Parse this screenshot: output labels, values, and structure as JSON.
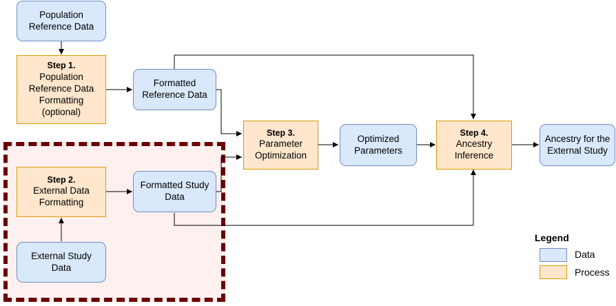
{
  "nodes": {
    "population_reference_data": {
      "lines": [
        "Population",
        "Reference Data"
      ]
    },
    "step1": {
      "title": "Step 1.",
      "lines": [
        "Population",
        "Reference Data",
        "Formatting",
        "(optional)"
      ]
    },
    "formatted_reference_data": {
      "lines": [
        "Formatted",
        "Reference Data"
      ]
    },
    "step2": {
      "title": "Step 2.",
      "lines": [
        "External Data",
        "Formatting"
      ]
    },
    "formatted_study_data": {
      "lines": [
        "Formatted Study",
        "Data"
      ]
    },
    "external_study_data": {
      "lines": [
        "External Study",
        "Data"
      ]
    },
    "step3": {
      "title": "Step 3.",
      "lines": [
        "Parameter",
        "Optimization"
      ]
    },
    "optimized_parameters": {
      "lines": [
        "Optimized",
        "Parameters"
      ]
    },
    "step4": {
      "title": "Step 4.",
      "lines": [
        "Ancestry",
        "Inference"
      ]
    },
    "ancestry_output": {
      "lines": [
        "Ancestry for the",
        "External Study"
      ]
    }
  },
  "legend": {
    "title": "Legend",
    "data_label": "Data",
    "process_label": "Process"
  },
  "colors": {
    "data_fill": "#dae8fc",
    "data_stroke": "#6c8ebf",
    "process_fill": "#ffe6cc",
    "process_stroke": "#d79b00",
    "region_fill": "#fff0f0",
    "region_border": "#6b0000"
  }
}
